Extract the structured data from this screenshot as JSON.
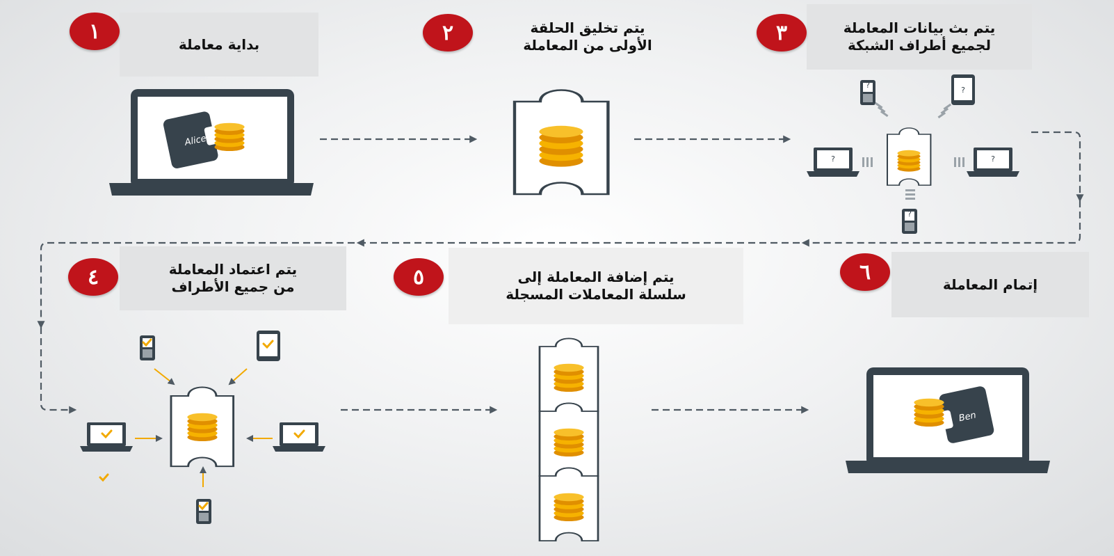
{
  "colors": {
    "badge": "#c0141b",
    "dark": "#37434c",
    "accent": "#f2a900",
    "arrow": "#4f5a63",
    "label_bg": "#e2e3e4"
  },
  "steps": [
    {
      "number": "١",
      "label": "بداية  معاملة"
    },
    {
      "number": "٢",
      "label": "يتم تخليق الحلقة\nالأولى من المعاملة"
    },
    {
      "number": "٣",
      "label": "يتم بث بيانات المعاملة\nلجميع أطراف الشبكة"
    },
    {
      "number": "٤",
      "label": "يتم اعتماد المعاملة\nمن جميع الأطراف"
    },
    {
      "number": "٥",
      "label": "يتم إضافة المعاملة إلى\nسلسلة المعاملات المسجلة"
    },
    {
      "number": "٦",
      "label": "إتمام المعاملة"
    }
  ],
  "names": {
    "sender": "Alice",
    "receiver": "Ben"
  },
  "icons": {
    "unverified_mark": "?",
    "verified_mark": "check-icon"
  }
}
